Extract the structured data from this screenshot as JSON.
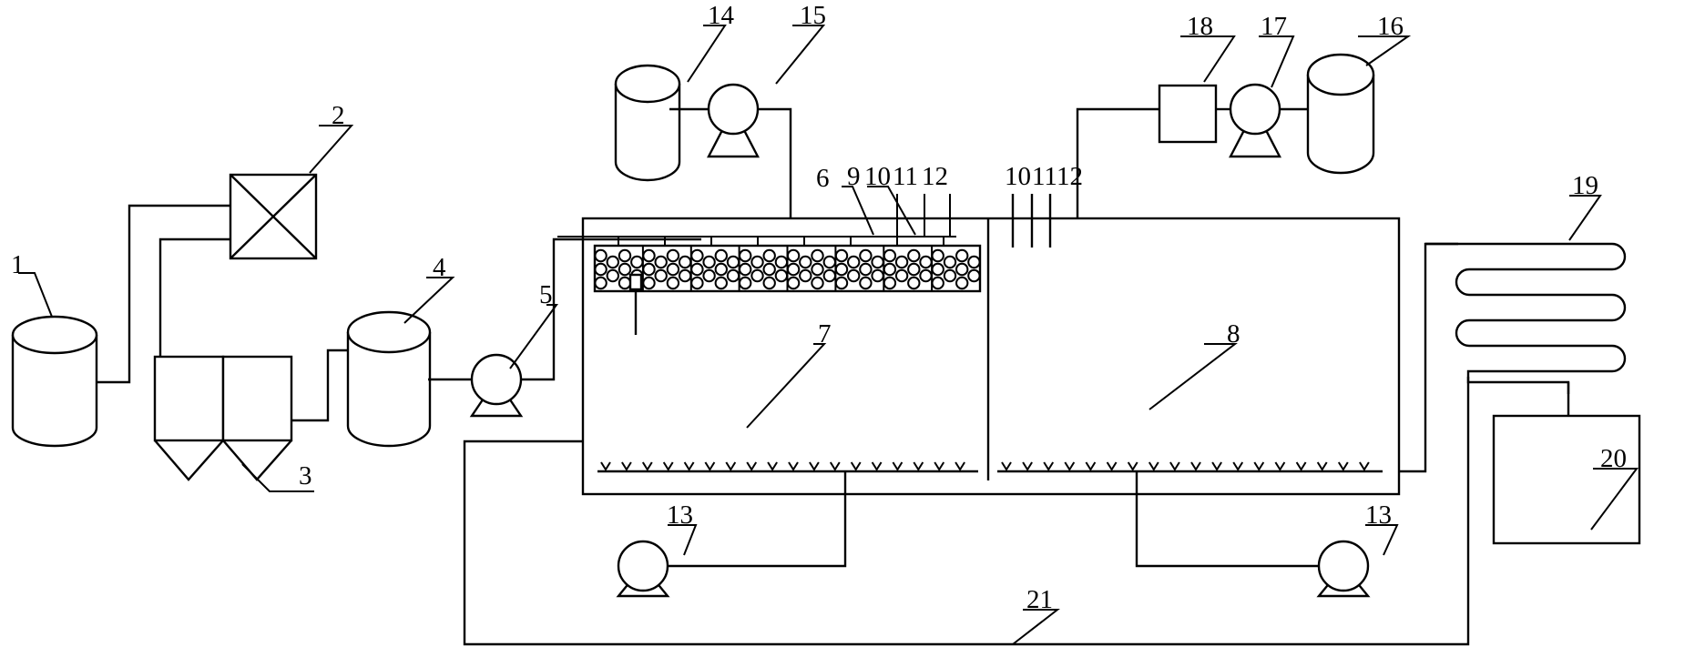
{
  "diagram": {
    "labels": {
      "l1": "1",
      "l2": "2",
      "l3": "3",
      "l4": "4",
      "l5": "5",
      "l6": "6",
      "l7": "7",
      "l8": "8",
      "l9": "9",
      "l10a": "10",
      "l11a": "11",
      "l12a": "12",
      "l10b": "10",
      "l11b": "11",
      "l12b": "12",
      "l13a": "13",
      "l13b": "13",
      "l14": "14",
      "l15": "15",
      "l16": "16",
      "l17": "17",
      "l18": "18",
      "l19": "19",
      "l20": "20",
      "l21": "21"
    }
  }
}
